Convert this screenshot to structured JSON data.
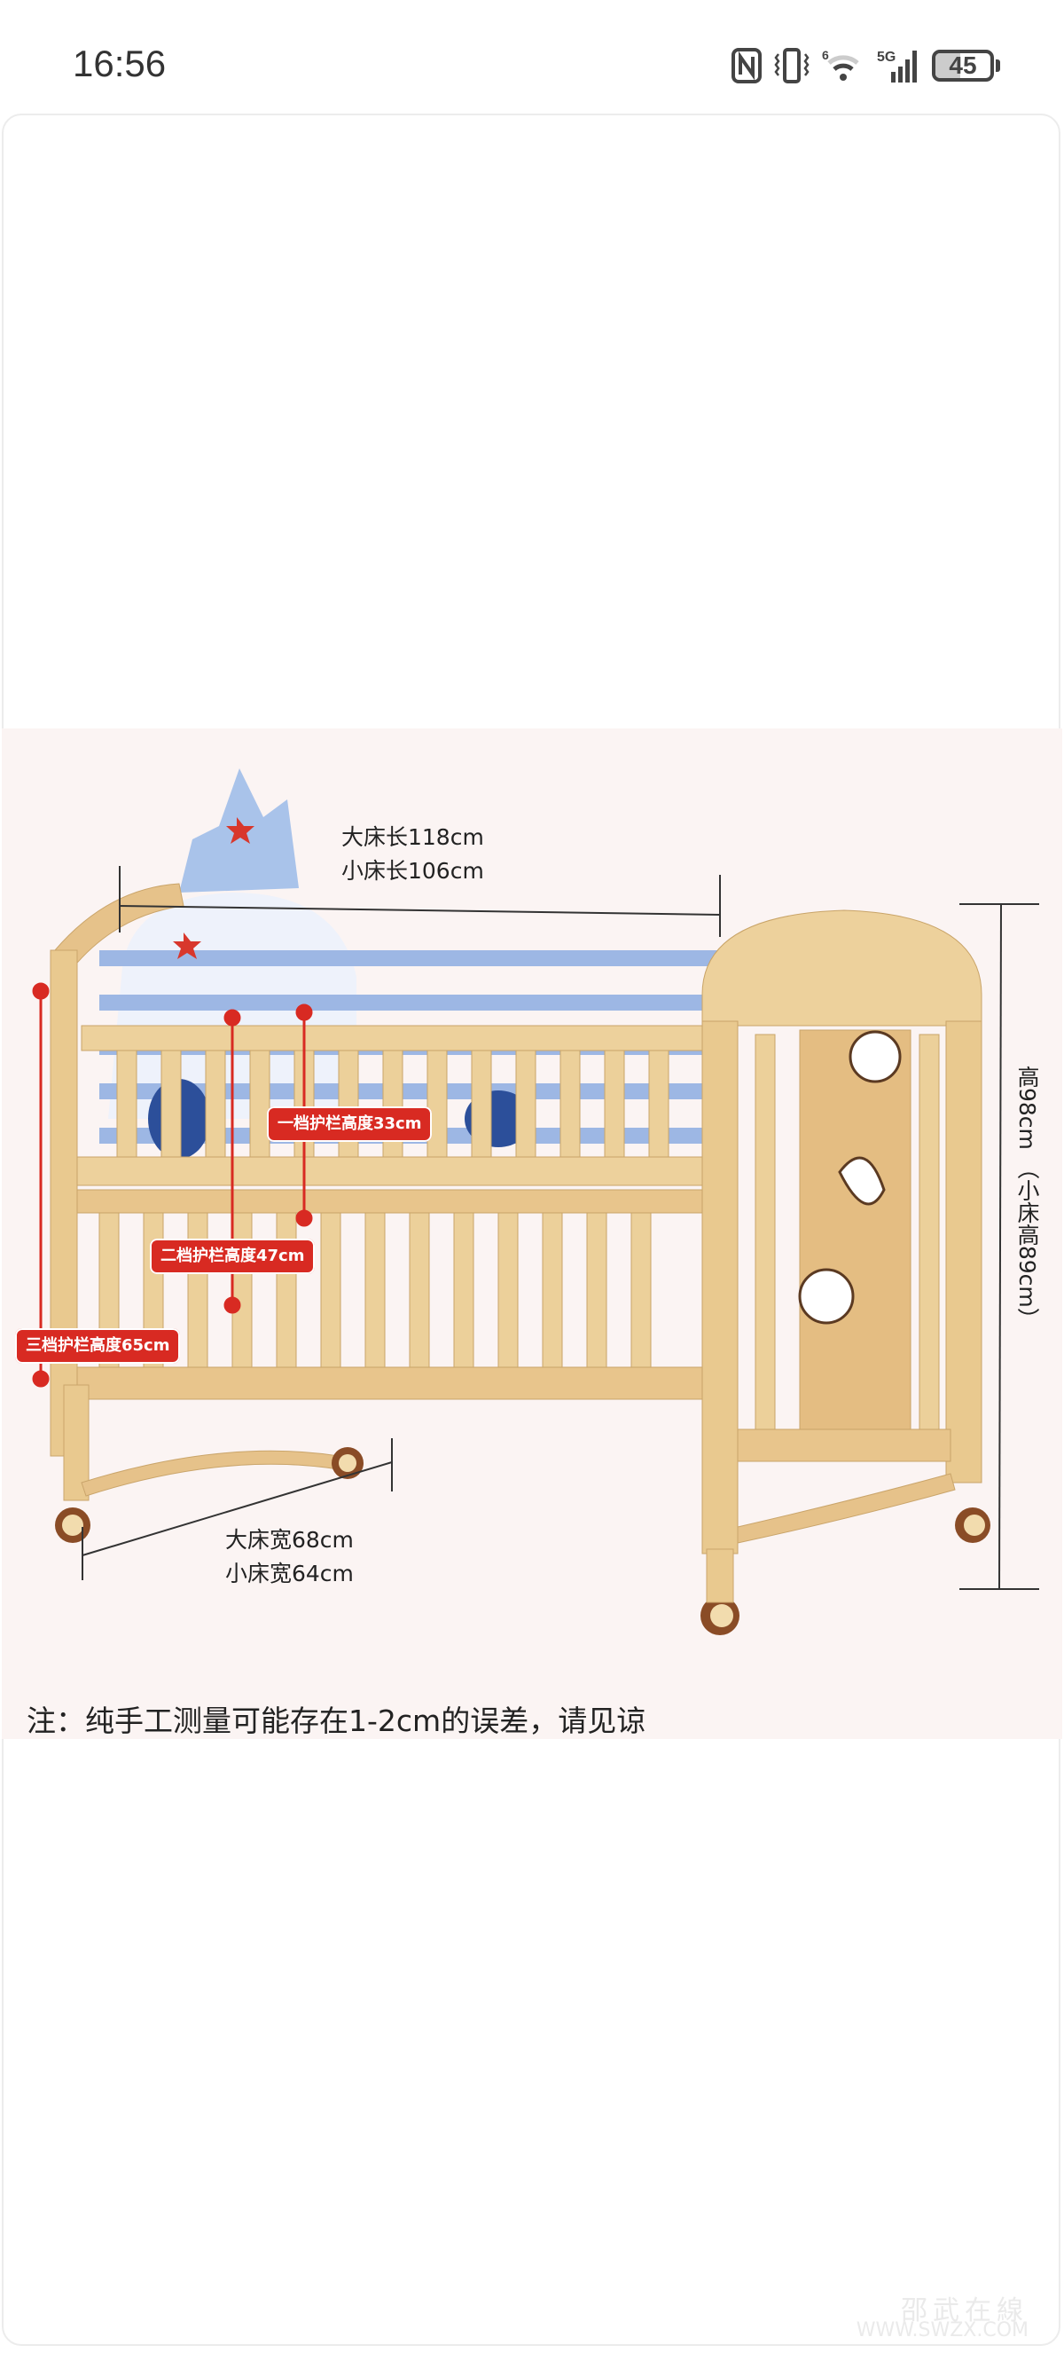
{
  "status_bar": {
    "time": "16:56",
    "battery": "45",
    "battery_level": 0.45,
    "network": "5G",
    "wifi_badge": "6"
  },
  "product_image": {
    "length_big": "大床长118cm",
    "length_small": "小床长106cm",
    "height": "高98cm （小床高89cm）",
    "width_big": "大床宽68cm",
    "width_small": "小床宽64cm",
    "rail_level_1": "一档护栏高度33cm",
    "rail_level_2": "二档护栏高度47cm",
    "rail_level_3": "三档护栏高度65cm",
    "note": "注：纯手工测量可能存在1-2cm的误差，请见谅",
    "accent_color": "#d82a22",
    "wood_color": "#e9c98f"
  },
  "watermark": {
    "name": "邵武在線",
    "url": "WWW.SWZX.COM"
  }
}
